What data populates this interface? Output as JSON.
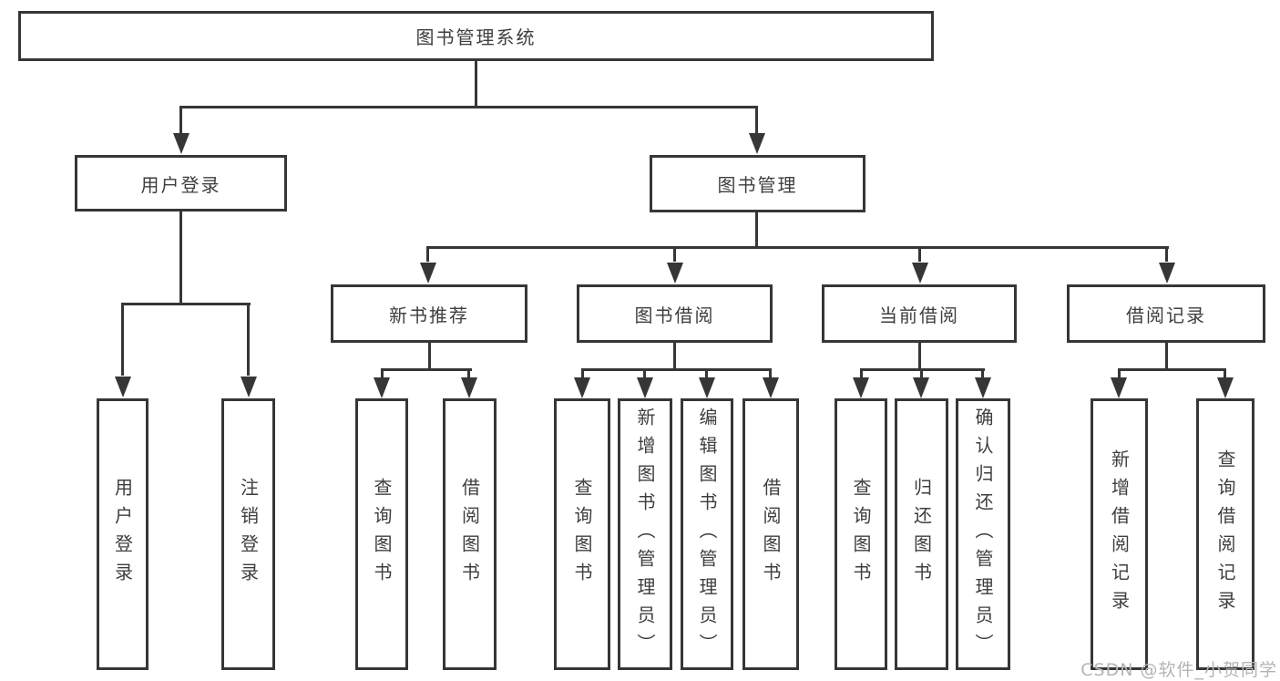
{
  "tree": {
    "root": {
      "label": "图书管理系统"
    },
    "children": [
      {
        "label": "用户登录",
        "children": [
          {
            "label": "用户登录"
          },
          {
            "label": "注销登录"
          }
        ]
      },
      {
        "label": "图书管理",
        "children": [
          {
            "label": "新书推荐",
            "children": [
              {
                "label": "查询图书"
              },
              {
                "label": "借阅图书"
              }
            ]
          },
          {
            "label": "图书借阅",
            "children": [
              {
                "label": "查询图书"
              },
              {
                "label": "新增图书（管理员）"
              },
              {
                "label": "编辑图书（管理员）"
              },
              {
                "label": "借阅图书"
              }
            ]
          },
          {
            "label": "当前借阅",
            "children": [
              {
                "label": "查询图书"
              },
              {
                "label": "归还图书"
              },
              {
                "label": "确认归还（管理员）"
              }
            ]
          },
          {
            "label": "借阅记录",
            "children": [
              {
                "label": "新增借阅记录"
              },
              {
                "label": "查询借阅记录"
              }
            ]
          }
        ]
      }
    ]
  },
  "watermark": {
    "text": "CSDN @软件_小贺同学"
  },
  "colors": {
    "line": "#363636",
    "box_border": "#363636",
    "text": "#3e3e3e",
    "watermark": "#b4b4b4",
    "background": "#ffffff"
  }
}
